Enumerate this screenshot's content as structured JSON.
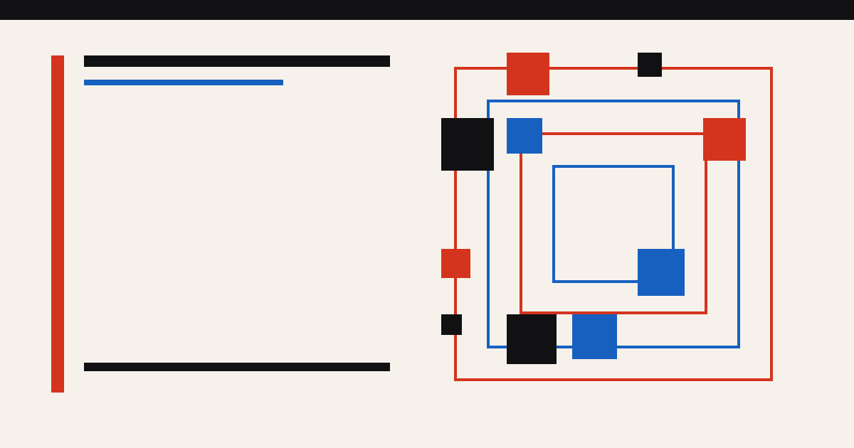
{
  "colors": {
    "background": "#f6f2eb",
    "ink": "#111114",
    "red": "#d4341e",
    "blue": "#1760c0"
  },
  "frames": [
    {
      "name": "outer-red-frame",
      "color": "red"
    },
    {
      "name": "blue-frame",
      "color": "blue"
    },
    {
      "name": "inner-red-frame",
      "color": "red"
    },
    {
      "name": "inner-blue-frame",
      "color": "blue"
    }
  ],
  "blocks": [
    {
      "name": "red-block-top",
      "color": "red"
    },
    {
      "name": "black-block-top-small",
      "color": "ink"
    },
    {
      "name": "black-block-left",
      "color": "ink"
    },
    {
      "name": "blue-block-upper",
      "color": "blue"
    },
    {
      "name": "red-block-right",
      "color": "red"
    },
    {
      "name": "red-block-left-small",
      "color": "red"
    },
    {
      "name": "blue-block-center",
      "color": "blue"
    },
    {
      "name": "black-block-bottom-small",
      "color": "ink"
    },
    {
      "name": "black-block-bottom",
      "color": "ink"
    },
    {
      "name": "blue-block-bottom",
      "color": "blue"
    }
  ]
}
